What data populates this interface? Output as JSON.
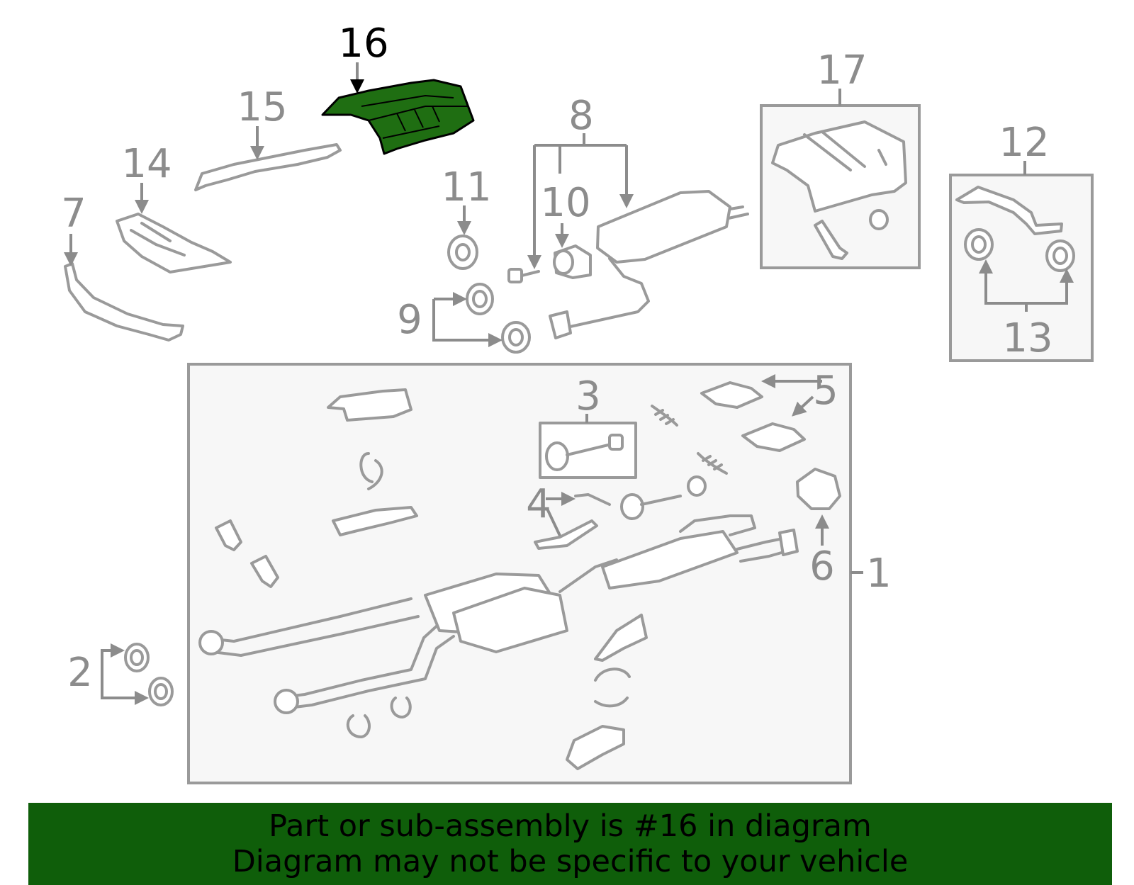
{
  "highlight_color": "#1f6e12",
  "banner_color": "#0f5e0a",
  "callouts": {
    "c1": "1",
    "c2": "2",
    "c3": "3",
    "c4": "4",
    "c5": "5",
    "c6": "6",
    "c7": "7",
    "c8": "8",
    "c9": "9",
    "c10": "10",
    "c11": "11",
    "c12": "12",
    "c13": "13",
    "c14": "14",
    "c15": "15",
    "c16": "16",
    "c17": "17"
  },
  "banner": {
    "line1": "Part or sub-assembly is #16 in diagram",
    "line2": "Diagram may not be specific to your vehicle"
  }
}
